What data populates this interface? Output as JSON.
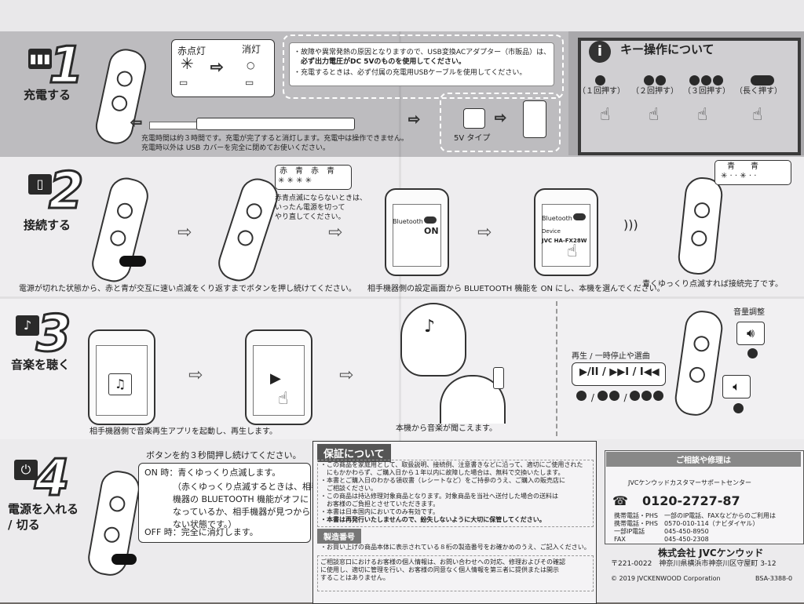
{
  "step1": {
    "title": "充電する",
    "red_on": "赤点灯",
    "off": "消灯",
    "notice": [
      "・故障や異常発熱の原因となりますので、USB変換ACアダプター（市販品）は、",
      "　必ず出力電圧がDC 5Vのものを使用してください。",
      "・充電するときは、必ず付属の充電用USBケーブルを使用してください。"
    ],
    "adapter_label": "5V タイプ",
    "charge_note": [
      "充電時間は約３時間です。充電が完了すると消灯します。充電中は操作できません。",
      "充電時以外は USB カバーを完全に閉めてお使いください。"
    ]
  },
  "keys": {
    "title": "キー操作について",
    "labels": [
      "（１回押す）",
      "（２回押す）",
      "（３回押す）",
      "（長く押す）"
    ]
  },
  "step2": {
    "title": "接続する",
    "led_labels": [
      "赤",
      "青",
      "赤",
      "青"
    ],
    "retry_note": [
      "赤青点滅にならないときは、",
      "いったん電源を切って",
      "やり直してください。"
    ],
    "bt_label": "Bluetooth",
    "on_label": "ON",
    "device_label": "Device",
    "device_name": "JVC HA-FX28W",
    "final_leds": [
      "青",
      "青"
    ],
    "caption_left": "電源が切れた状態から、赤と青が交互に速い点滅をくり返すまでボタンを押し続けてください。",
    "caption_mid": "相手機器側の設定画面から BLUETOOTH 機能を ON にし、本機を選んでください。",
    "caption_right": "青くゆっくり点滅すれば接続完了です。"
  },
  "step3": {
    "title": "音楽を聴く",
    "caption_left": "相手機器側で音楽再生アプリを起動し、再生します。",
    "caption_mid": "本機から音楽が聞こえます。",
    "play_label": "再生 / 一時停止や選曲",
    "volume_label": "音量調整",
    "play_icons": "▶/II / ▶▶I / I◀◀"
  },
  "step4": {
    "title": [
      "電源を入れる",
      "/ 切る"
    ],
    "hold": "ボタンを約３秒間押し続けてください。",
    "on_line": "ON 時：青くゆっくり点滅します。",
    "on_detail": [
      "（赤くゆっくり点滅するときは、相手",
      "機器の BLUETOOTH 機能がオフに",
      "なっているか、相手機器が見つから",
      "ない状態です。）"
    ],
    "off_line": "OFF 時：完全に消灯します。"
  },
  "warranty": {
    "title": "保証について",
    "lines": [
      "・この商品を家庭用として、取扱説明、接続例、注意書きなどに沿って、適切にご使用された",
      "　にもかかわらず、ご購入日から１年以内に故障した場合は、無料で交換いたします。",
      "・本書とご購入日のわかる領収書（レシートなど）をご持参のうえ、ご購入の販売店に",
      "　ご相談ください。",
      "・この商品は持込修理対象商品となります。対象商品を当社へ送付した場合の送料は",
      "　お客様のご負担とさせていただきます。",
      "・本書は日本国内においてのみ有効です。",
      "・本書は再発行いたしませんので、紛失しないように大切に保管してください。"
    ],
    "serial_title": "製造番号",
    "serial_line": "・お買い上げの商品本体に表示されている８桁の製造番号をお確かめのうえ、ご記入ください。",
    "privacy": [
      "ご相談窓口におけるお客様の個人情報は、お問い合わせへの対応、修理およびその確認",
      "に使用し、適切に管理を行い、お客様の同意なく個人情報を第三者に提供または開示",
      "することはありません。"
    ]
  },
  "contact": {
    "title": "ご相談や修理は",
    "sub": "JVCケンウッドカスタマーサポートセンター",
    "free_dial": "0120-2727-87",
    "rows": [
      [
        "携帯電話・PHS",
        "一部のIP電話、FAXなどからのご利用は"
      ],
      [
        "携帯電話・PHS",
        "0570-010-114（ナビダイヤル）"
      ],
      [
        "一部IP電話",
        "045-450-8950"
      ],
      [
        "FAX",
        "045-450-2308"
      ]
    ],
    "company": "株式会社 JVCケンウッド",
    "address": "〒221-0022　神奈川県横浜市神奈川区守屋町 3-12",
    "copyright": "© 2019 JVCKENWOOD Corporation",
    "code": "BSA-3388-0"
  }
}
